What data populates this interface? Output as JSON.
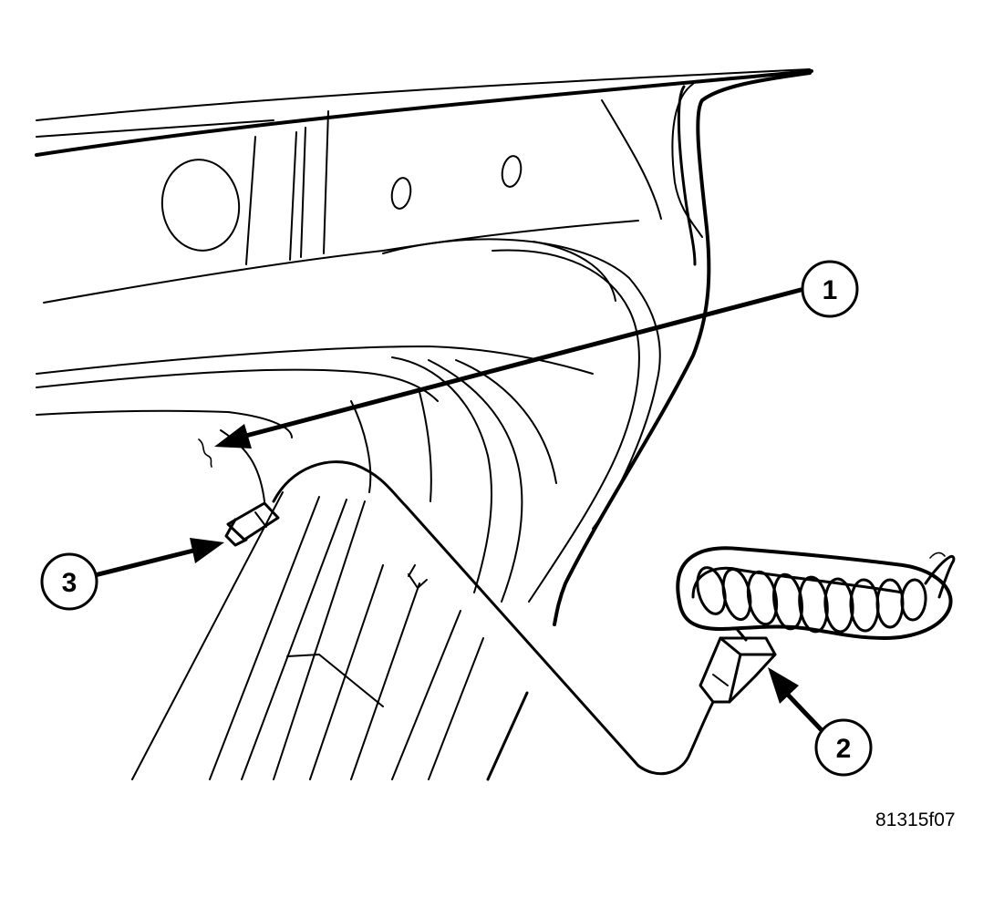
{
  "figure": {
    "id": "81315f07"
  },
  "callouts": [
    {
      "number": "1"
    },
    {
      "number": "2"
    },
    {
      "number": "3"
    }
  ]
}
